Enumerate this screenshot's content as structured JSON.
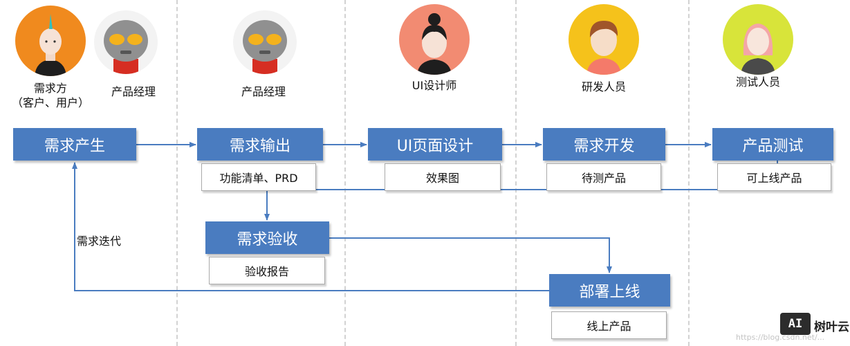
{
  "roles": {
    "client": [
      "需求方",
      "（客户、用户）"
    ],
    "pm1": "产品经理",
    "pm2": "产品经理",
    "ui": "UI设计师",
    "dev": "研发人员",
    "qa": "测试人员"
  },
  "steps": {
    "s1": "需求产生",
    "s2": "需求输出",
    "s3": "UI页面设计",
    "s4": "需求开发",
    "s5": "产品测试",
    "s6": "需求验收",
    "s7": "部署上线"
  },
  "outputs": {
    "o2": "功能清单、PRD",
    "o3": "效果图",
    "o4": "待测产品",
    "o5": "可上线产品",
    "o6": "验收报告",
    "o7": "线上产品"
  },
  "loop_label": "需求迭代",
  "brand": {
    "logo": "AI",
    "name": "树叶云"
  },
  "watermark": "https://blog.csdn.net/..."
}
